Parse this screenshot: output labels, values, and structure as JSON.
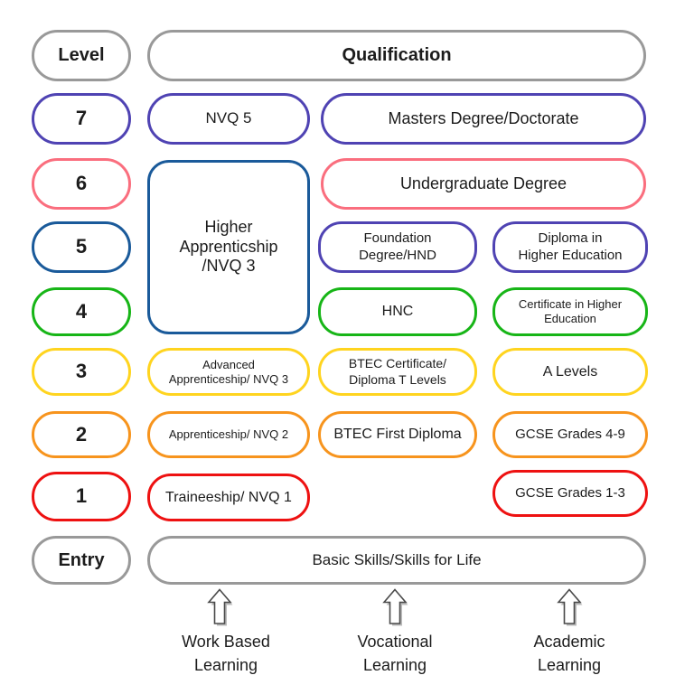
{
  "header": {
    "level": "Level",
    "qualification": "Qualification"
  },
  "level_pills": {
    "l7": "7",
    "l6": "6",
    "l5": "5",
    "l4": "4",
    "l3": "3",
    "l2": "2",
    "l1": "1",
    "entry": "Entry"
  },
  "qualifications": {
    "nvq5": "NVQ 5",
    "masters": "Masters Degree/Doctorate",
    "higher_apprenticeship": "Higher\nApprenticship\n/NVQ 3",
    "undergraduate": "Undergraduate Degree",
    "foundation": "Foundation\nDegree/HND",
    "diploma_he": "Diploma in\nHigher Education",
    "hnc": "HNC",
    "cert_he": "Certificate in Higher\nEducation",
    "advanced_apprenticeship": "Advanced\nApprenticeship/ NVQ 3",
    "btec_certificate": "BTEC Certificate/\nDiploma T Levels",
    "a_levels": "A Levels",
    "apprenticeship_nvq2": "Apprenticeship/ NVQ 2",
    "btec_first_diploma": "BTEC First Diploma",
    "gcse_4_9": "GCSE Grades 4-9",
    "traineeship": "Traineeship/ NVQ 1",
    "gcse_1_3": "GCSE Grades 1-3",
    "basic_skills": "Basic Skills/Skills for Life"
  },
  "pathways": [
    {
      "label": "Work Based\nLearning"
    },
    {
      "label": "Vocational\nLearning"
    },
    {
      "label": "Academic\nLearning"
    }
  ],
  "colors": {
    "gray": "#999999",
    "purple": "#4f43b3",
    "pink": "#fa6e7e",
    "blue": "#1a5a9a",
    "green": "#17b517",
    "yellow": "#ffd41f",
    "orange": "#f7941d",
    "red": "#ee1111",
    "text": "#1c1c1c"
  }
}
